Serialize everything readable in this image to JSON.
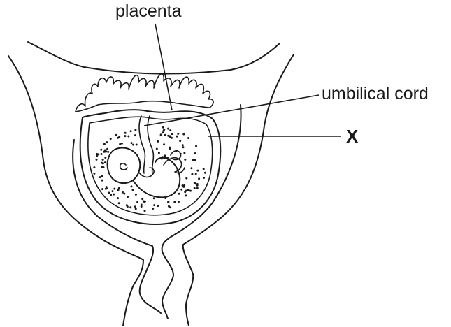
{
  "labels": {
    "placenta": "placenta",
    "umbilical_cord": "umbilical cord",
    "x": "X"
  },
  "colors": {
    "ink": "#1a1a1a",
    "background": "#ffffff"
  }
}
